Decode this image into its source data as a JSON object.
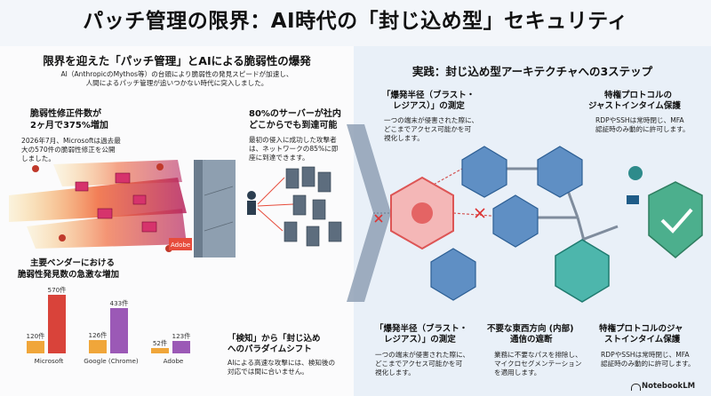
{
  "title": "パッチ管理の限界：AI時代の「封じ込め型」セキュリティ",
  "left": {
    "heading": "限界を迎えた「パッチ管理」とAIによる脆弱性の爆発",
    "intro_1": "AI（AnthropicのMythos等）の台頭により脆弱性の発見スピードが加速し、",
    "intro_2": "人間によるパッチ管理が追いつかない時代に突入しました。",
    "stat1_title_1": "脆弱性修正件数が",
    "stat1_title_2": "2ヶ月で375%増加",
    "stat1_desc_1": "2026年7月、Microsoftは過去最",
    "stat1_desc_2": "大の570件の脆弱性修正を公開",
    "stat1_desc_3": "しました。",
    "stat2_title_1": "80%のサーバーが社内",
    "stat2_title_2": "どこからでも到達可能",
    "stat2_desc_1": "最初の侵入に成功した攻撃者",
    "stat2_desc_2": "は、ネットワークの85%に即",
    "stat2_desc_3": "座に到達できます。",
    "vendor_title_1": "主要ベンダーにおける",
    "vendor_title_2": "脆弱性発見数の急激な増加",
    "paradigm_title_1": "「検知」から「封じ込め",
    "paradigm_title_2": "へのパラダイムシフト",
    "paradigm_desc_1": "AIによる高速な攻撃には、検知後の",
    "paradigm_desc_2": "対応では間に合いません。",
    "icon_adobe": "Adobe"
  },
  "chart_data": {
    "type": "bar",
    "categories": [
      "Microsoft",
      "Google (Chrome)",
      "Adobe"
    ],
    "series": [
      {
        "values": [
          120,
          126,
          52
        ]
      },
      {
        "values": [
          570,
          433,
          123
        ]
      }
    ],
    "value_labels": [
      [
        "120件",
        "570件"
      ],
      [
        "126件",
        "433件"
      ],
      [
        "52件",
        "123件"
      ]
    ],
    "ylim": [
      0,
      600
    ],
    "colors": [
      "#f0a63a",
      "#d9433a",
      "#9b59b6"
    ]
  },
  "right": {
    "heading": "実践：封じ込め型アーキテクチャへの3ステップ",
    "s1_title_1": "「爆発半径（ブラスト・",
    "s1_title_2": "レジアス）」の測定",
    "s1_desc_1": "一つの端末が侵害された際に、",
    "s1_desc_2": "どこまでアクセス可能かを可",
    "s1_desc_3": "視化します。",
    "s2_title_1": "特権プロトコルの",
    "s2_title_2": "ジャストインタイム保護",
    "s2_desc_1": "RDPやSSHは常時閉じ、MFA",
    "s2_desc_2": "認証時のみ動的に許可します。",
    "b1_title_1": "「爆発半径（ブラスト・",
    "b1_title_2": "レジアス）」の測定",
    "b1_desc_1": "一つの端末が侵害された際に、",
    "b1_desc_2": "どこまでアクセス可能かを可",
    "b1_desc_3": "視化します。",
    "b2_title_1": "不要な東西方向 (内部)",
    "b2_title_2": "通信の遮断",
    "b2_desc_1": "業務に不要なパスを排除し、",
    "b2_desc_2": "マイクロセグメンテーション",
    "b2_desc_3": "を適用します。",
    "b3_title_1": "特権プロトコルのジャ",
    "b3_title_2": "ストインタイム保護",
    "b3_desc_1": "RDPやSSHは常時閉じ、MFA",
    "b3_desc_2": "認証時のみ動的に許可します。"
  },
  "brand": "NotebookLM"
}
